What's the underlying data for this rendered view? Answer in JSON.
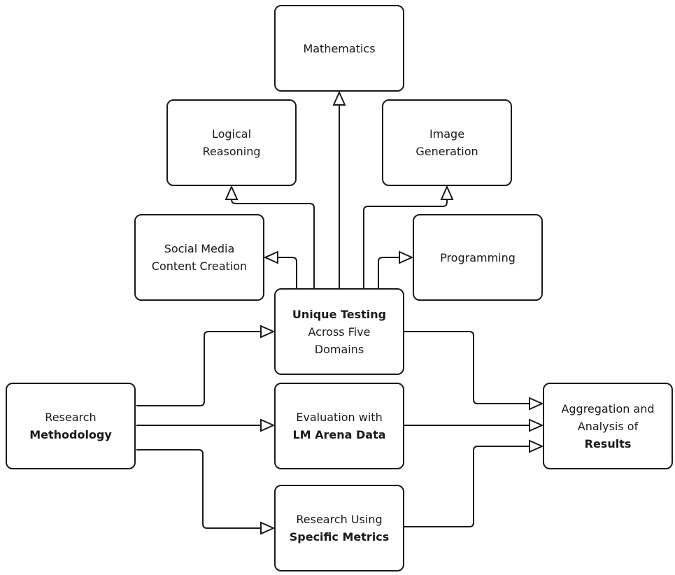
{
  "nodes": {
    "mathematics": {
      "line1": "Mathematics"
    },
    "logical_reasoning": {
      "line1": "Logical",
      "line2": "Reasoning"
    },
    "image_generation": {
      "line1": "Image",
      "line2": "Generation"
    },
    "social_media": {
      "line1": "Social Media",
      "line2": "Content Creation"
    },
    "programming": {
      "line1": "Programming"
    },
    "unique_testing": {
      "line1_bold": "Unique Testing",
      "line2": "Across Five",
      "line3": "Domains"
    },
    "research_methodology": {
      "line1": "Research",
      "line2_bold": "Methodology"
    },
    "evaluation": {
      "line1": "Evaluation with",
      "line2_bold": "LM Arena Data"
    },
    "aggregation": {
      "line1": "Aggregation and",
      "line2": "Analysis of",
      "line3_bold": "Results"
    },
    "specific_metrics": {
      "line1": "Research Using",
      "line2_bold": "Specific Metrics"
    }
  },
  "colors": {
    "stroke": "#1a1a1a",
    "background": "#ffffff"
  }
}
